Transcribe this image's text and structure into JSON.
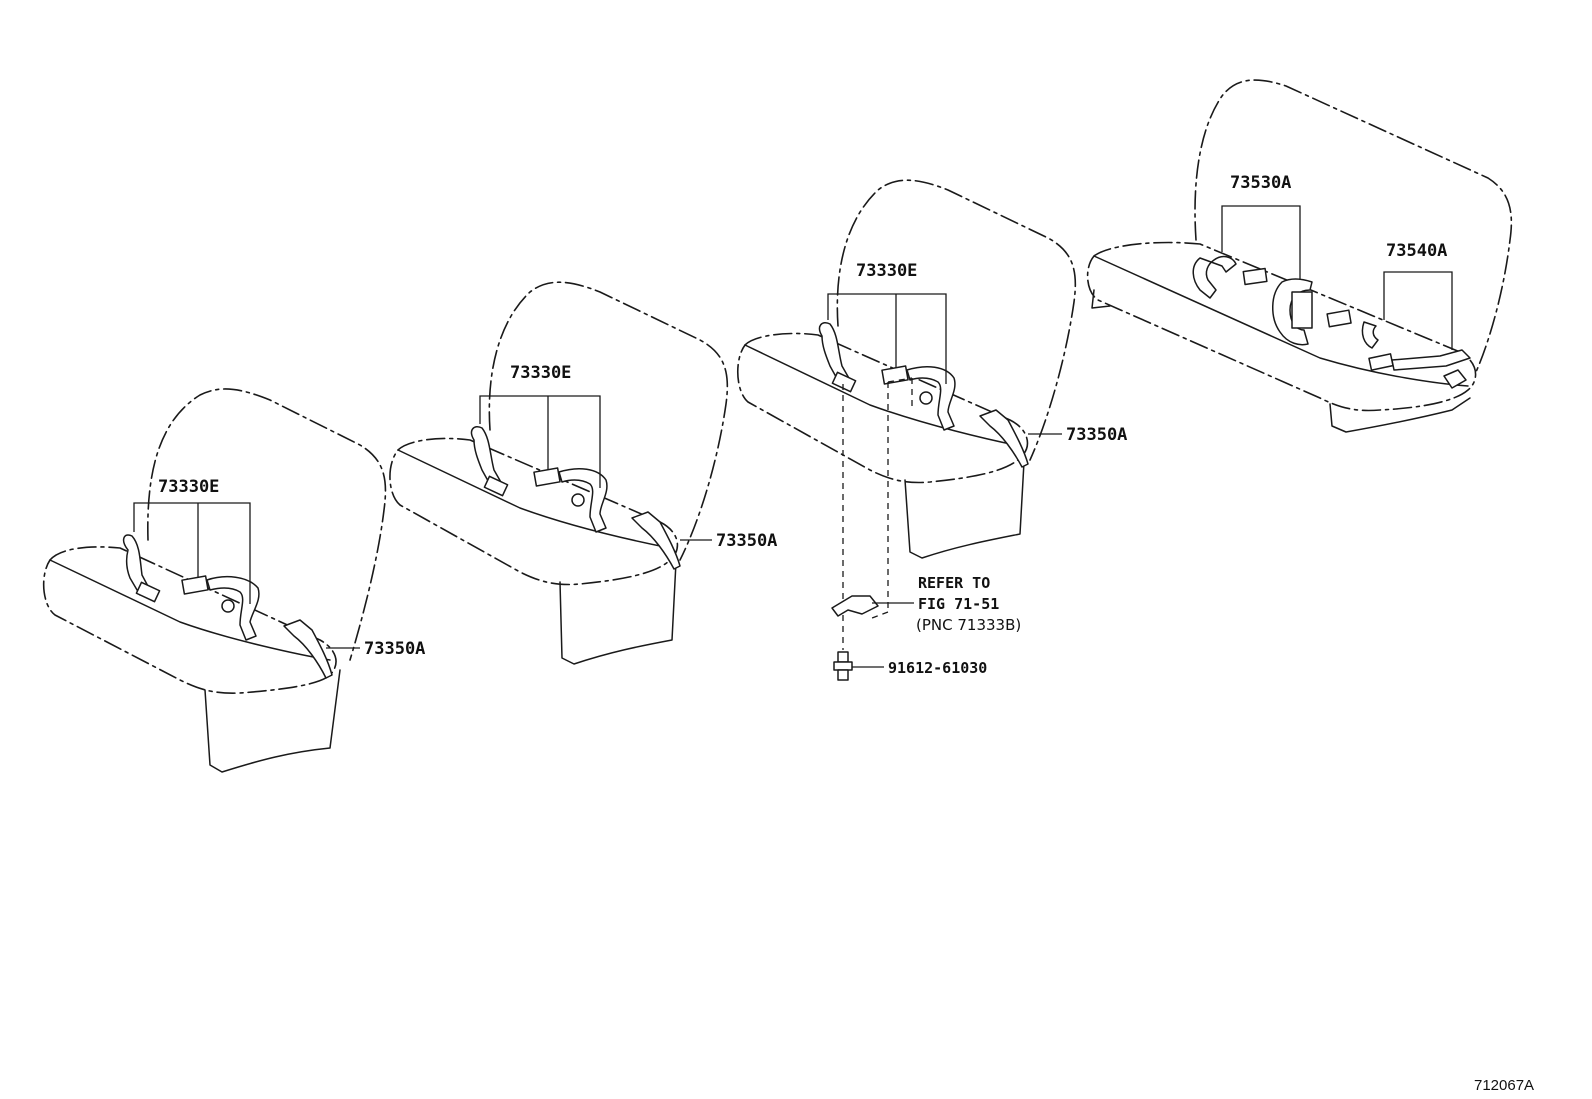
{
  "diagram": {
    "figure_id": "712067A",
    "seats": [
      {
        "name": "seat-row-1",
        "belt_label": "73330E",
        "anchor_label": "73350A"
      },
      {
        "name": "seat-row-2",
        "belt_label": "73330E",
        "anchor_label": "73350A"
      },
      {
        "name": "seat-row-3",
        "belt_label": "73330E",
        "anchor_label": "73350A"
      },
      {
        "name": "seat-row-4",
        "belt_label_left": "73530A",
        "belt_label_right": "73540A"
      }
    ],
    "bracket_note": {
      "line1": "REFER TO",
      "line2": "FIG 71-51",
      "line3": "(PNC 71333B)"
    },
    "bolt_label": "91612-61030"
  }
}
